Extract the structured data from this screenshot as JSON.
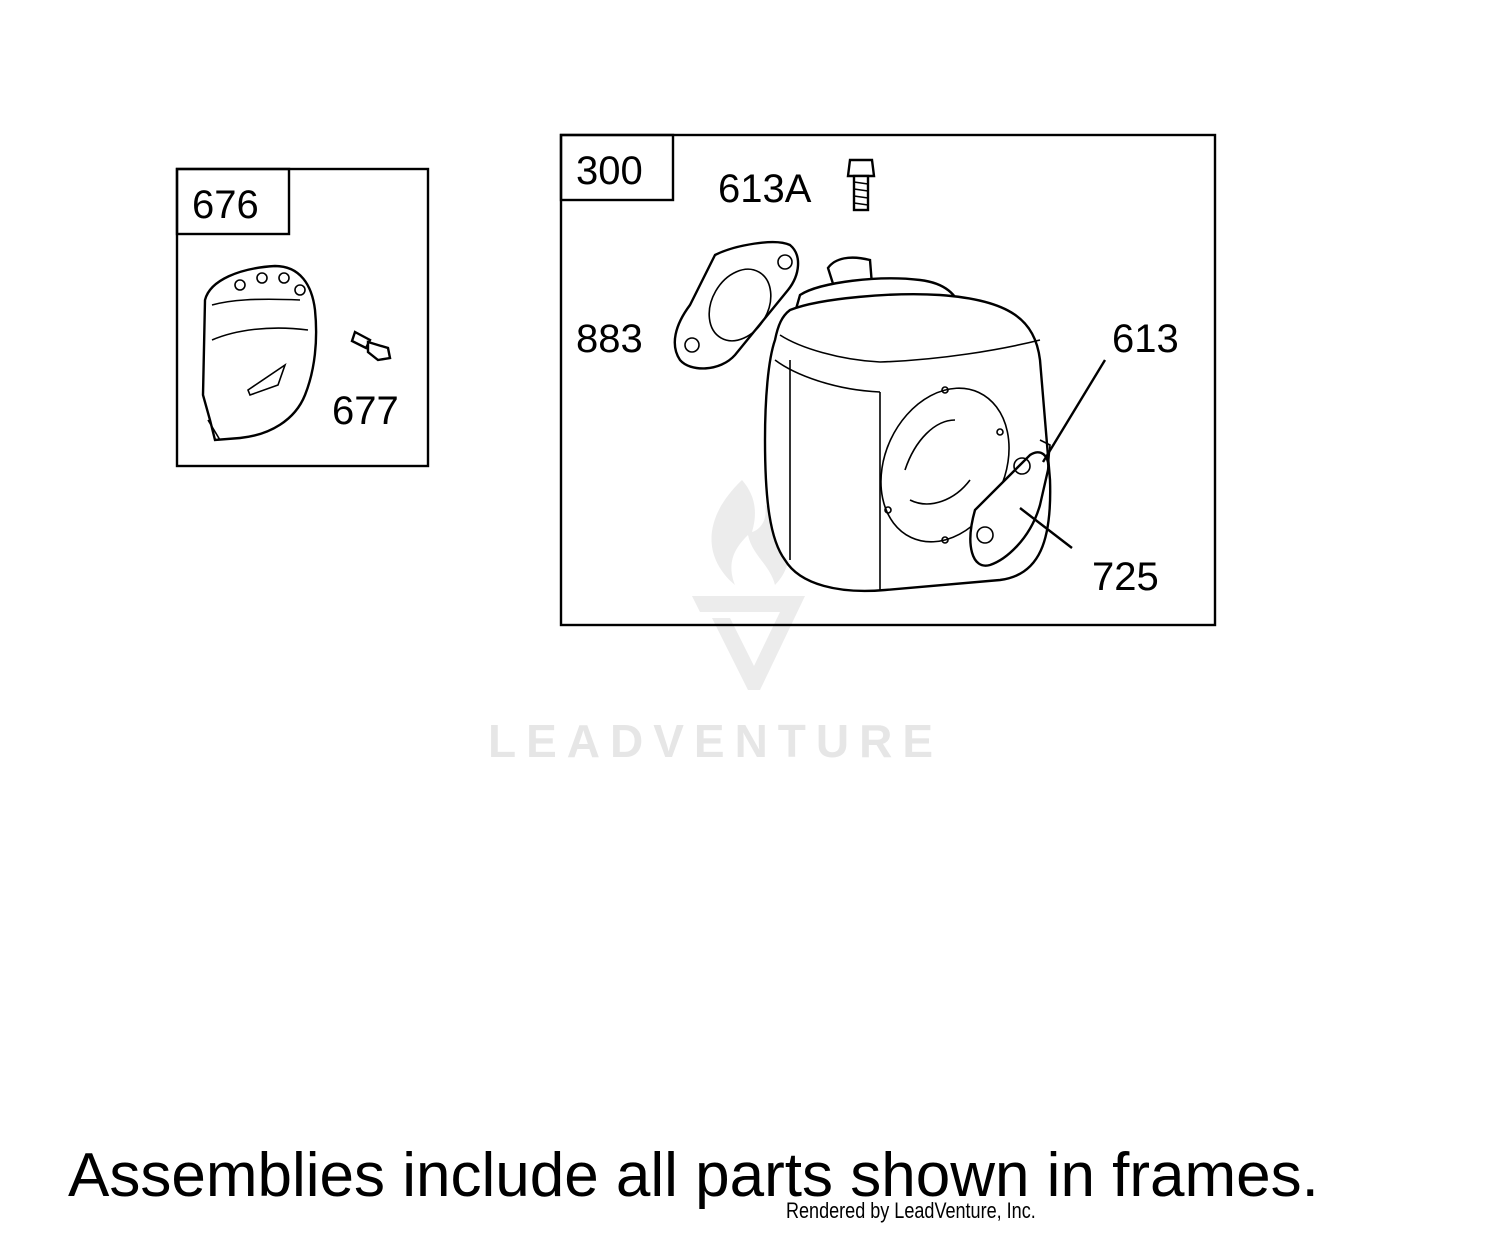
{
  "frames": [
    {
      "label": "676",
      "callouts": [
        "677"
      ]
    },
    {
      "label": "300",
      "callouts": [
        "613A",
        "883",
        "613",
        "725"
      ]
    }
  ],
  "watermark": {
    "text": "LEADVENTURE"
  },
  "caption": "Assemblies include all parts shown in frames.",
  "credit": "Rendered by LeadVenture, Inc."
}
